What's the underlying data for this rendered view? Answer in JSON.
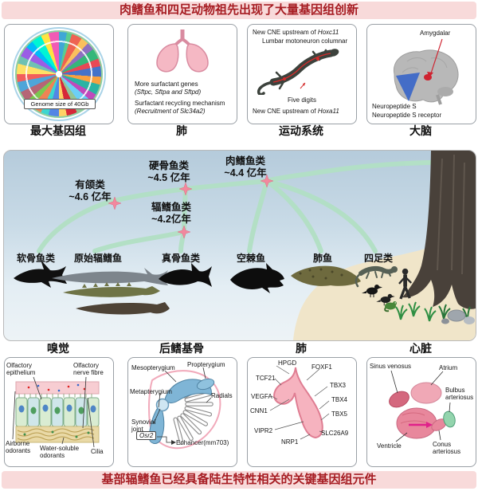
{
  "banners": {
    "top": "肉鳍鱼和四足动物祖先出现了大量基因组创新",
    "bottom": "基部辐鳍鱼已经具备陆生特性相关的关键基因组元件"
  },
  "colors": {
    "banner_bg": "#f8dada",
    "banner_text": "#a61c22",
    "branch_green": "#b2e0c4",
    "star_pink": "#f2889e",
    "sand": "#f0e5c9"
  },
  "top_row": {
    "genome": {
      "caption": "最大基因组",
      "plot_label": "Genome size of 40Gb"
    },
    "lung": {
      "caption": "肺",
      "line1": "More surfactant genes",
      "line2": "(Sftpc, Sftpa and Sftpd)",
      "line3": "Surfactant recycling mechanism",
      "line4": "(Recruitment of Slc34a2)"
    },
    "locomotor": {
      "caption": "运动系统",
      "cne_top_pre": "New CNE upstream of ",
      "cne_top_gene": "Hoxc11",
      "lumbar": "Lumbar motoneuron columnar",
      "digits": "Five digits",
      "cne_bottom_pre": "New CNE upstream of ",
      "cne_bottom_gene": "Hoxa11"
    },
    "brain": {
      "caption": "大脑",
      "amygdala": "Amygdalar",
      "nps": "Neuropeptide S",
      "npsr": "Neuropeptide S receptor"
    }
  },
  "tree": {
    "nodes": [
      {
        "name": "有颌类",
        "age": "~4.6 亿年"
      },
      {
        "name": "硬骨鱼类",
        "age": "~4.5 亿年"
      },
      {
        "name": "肉鳍鱼类",
        "age": "~4.4 亿年"
      },
      {
        "name": "辐鳍鱼类",
        "age": "~4.2亿年"
      }
    ],
    "taxa": [
      "软骨鱼类",
      "原始辐鳍鱼",
      "真骨鱼类",
      "空棘鱼",
      "肺鱼",
      "四足类"
    ]
  },
  "bottom_row": {
    "olfaction": {
      "caption": "嗅觉",
      "labels": {
        "epithelium": "Olfactory epithelium",
        "nerve": "Olfactory nerve fibre",
        "airborne": "Airborne odorants",
        "water": "Water-soluble odorants",
        "cilia": "Cilia"
      }
    },
    "fin": {
      "caption": "后鳍基骨",
      "labels": {
        "mesopterygium": "Mesopterygium",
        "propterygium": "Propterygium",
        "metapterygium": "Metapterygium",
        "radials": "Radials",
        "synovial": "Synovial joint",
        "osr2": "Osr2",
        "enhancer": "Enhancer(mm703)"
      }
    },
    "lung_genes": {
      "caption": "肺",
      "genes": [
        "HPGD",
        "FOXF1",
        "TCF21",
        "TBX3",
        "VEGFA",
        "TBX4",
        "CNN1",
        "TBX5",
        "VIPR2",
        "NRP1",
        "SLC26A9"
      ]
    },
    "heart": {
      "caption": "心脏",
      "labels": {
        "sinus": "Sinus venosus",
        "atrium": "Atrium",
        "bulbus": "Bulbus arteriosus",
        "ventricle": "Ventricle",
        "conus": "Conus arteriosus"
      }
    }
  }
}
